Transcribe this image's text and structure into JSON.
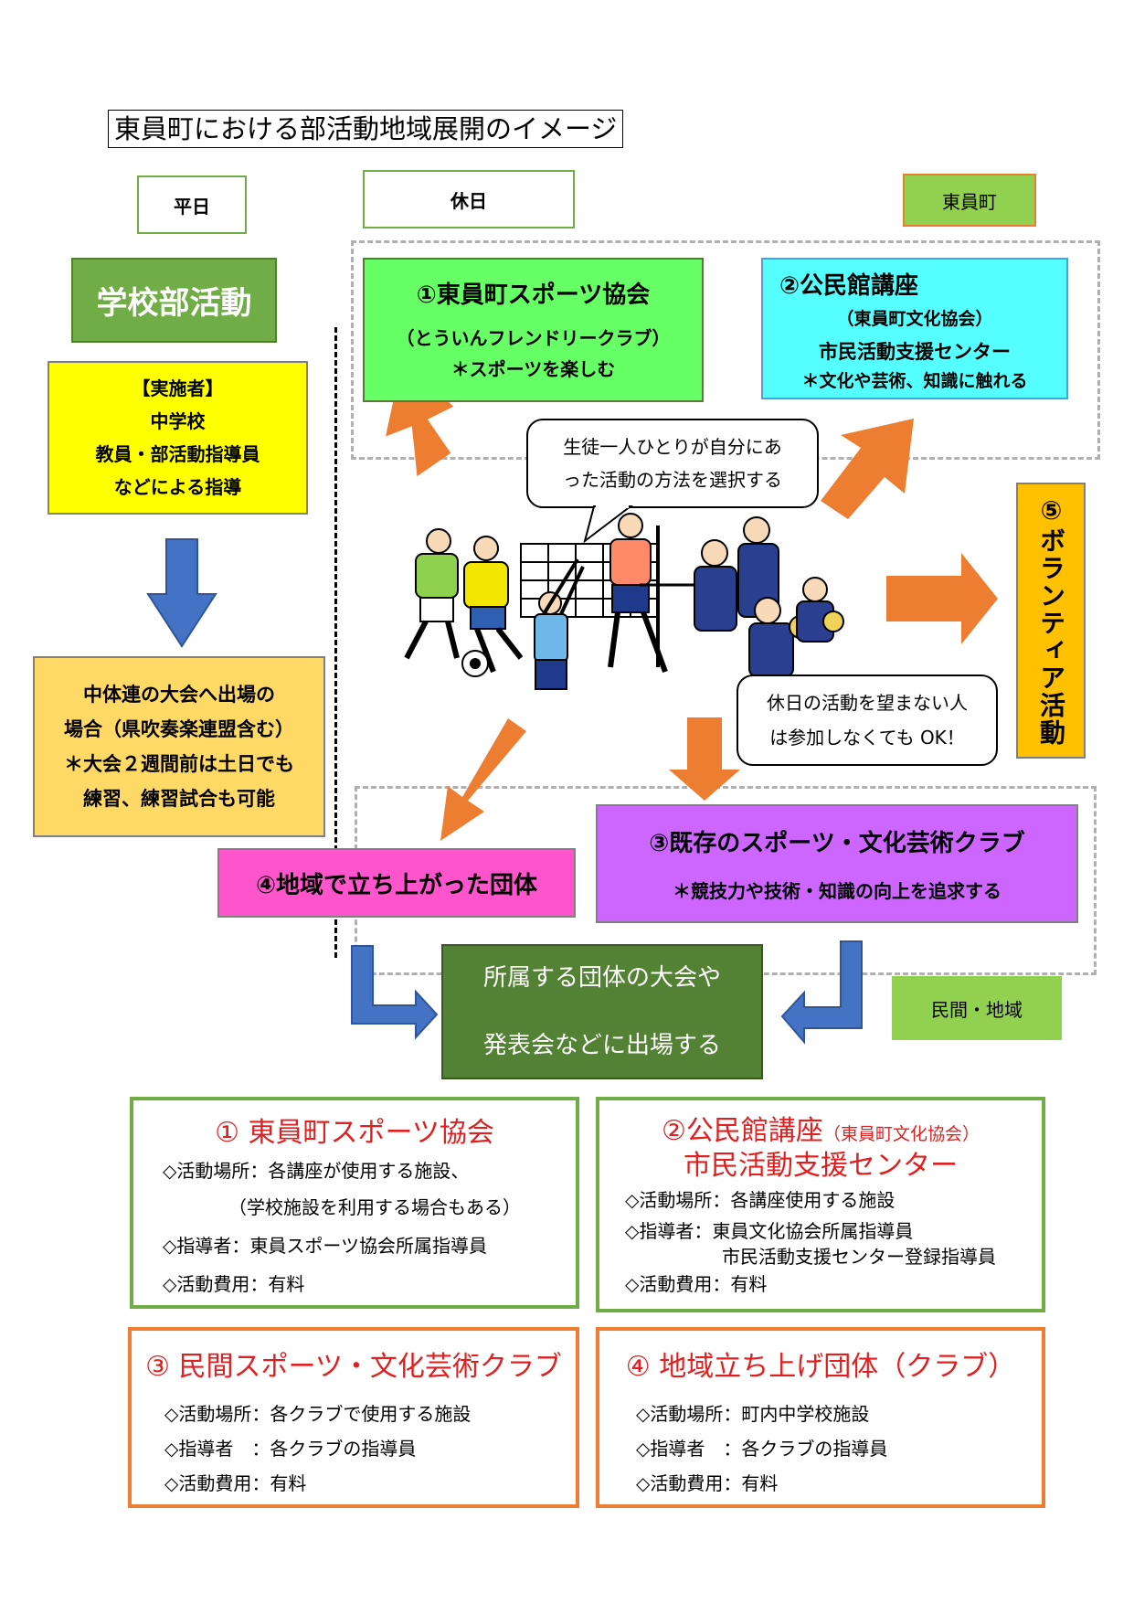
{
  "title": "東員町における部活動地域展開のイメージ",
  "labels": {
    "weekday": "平日",
    "holiday": "休日",
    "town": "東員町",
    "private_region": "民間・地域"
  },
  "school_club": {
    "heading": "学校部活動",
    "implementer_lines": [
      "【実施者】",
      "中学校",
      "教員・部活動指導員",
      "などによる指導"
    ],
    "tournament_lines": [
      "中体連の大会へ出場の",
      "場合（県吹奏楽連盟含む）",
      "＊大会２週間前は土日でも",
      "練習、練習試合も可能"
    ]
  },
  "box1": {
    "title": "①東員町スポーツ協会",
    "sub": "（とういんフレンドリークラブ）",
    "note": "＊スポーツを楽しむ"
  },
  "box2": {
    "title": "②公民館講座",
    "sub": "（東員町文化協会）",
    "line2": "市民活動支援センター",
    "note": "＊文化や芸術、知識に触れる"
  },
  "box3": {
    "title": "③既存のスポーツ・文化芸術クラブ",
    "note": "＊競技力や技術・知識の向上を追求する"
  },
  "box4": {
    "title": "④地域で立ち上がった団体"
  },
  "box5": {
    "title": "⑤ボランティア活動"
  },
  "bubble_choose": [
    "生徒一人ひとりが自分にあ",
    "った活動の方法を選択する"
  ],
  "bubble_optional": [
    "休日の活動を望まない人",
    "は参加しなくても OK！"
  ],
  "result": [
    "所属する団体の大会や",
    "発表会などに出場する"
  ],
  "info": {
    "c1": {
      "title": "① 東員町スポーツ協会",
      "lines": [
        "◇活動場所：各講座が使用する施設、",
        "（学校施設を利用する場合もある）",
        "◇指導者：東員スポーツ協会所属指導員",
        "◇活動費用：有料"
      ]
    },
    "c2": {
      "title": "②公民館講座",
      "title_small": "（東員町文化協会）",
      "title2": "市民活動支援センター",
      "lines": [
        "◇活動場所：各講座使用する施設",
        "◇指導者：東員文化協会所属指導員",
        "市民活動支援センター登録指導員",
        "◇活動費用：有料"
      ]
    },
    "c3": {
      "title": "③ 民間スポーツ・文化芸術クラブ",
      "lines": [
        "◇活動場所：各クラブで使用する施設",
        "◇指導者　：各クラブの指導員",
        "◇活動費用：有料"
      ]
    },
    "c4": {
      "title": "④ 地域立ち上げ団体（クラブ）",
      "lines": [
        "◇活動場所：町内中学校施設",
        "◇指導者　：各クラブの指導員",
        "◇活動費用：有料"
      ]
    }
  },
  "colors": {
    "green_dark": "#70ad47",
    "green_result": "#548235",
    "lime": "#66ff66",
    "cyan": "#55ffff",
    "yellow": "#ffff00",
    "light_orange": "#ffd966",
    "magenta": "#ff55cc",
    "purple": "#cc66ff",
    "orange_box": "#ffc000",
    "arrow_orange": "#ed7d31",
    "arrow_blue": "#4472c4",
    "red_text": "#e02020"
  },
  "illustration": {
    "icon": "sports-and-brass-band-illustration"
  }
}
